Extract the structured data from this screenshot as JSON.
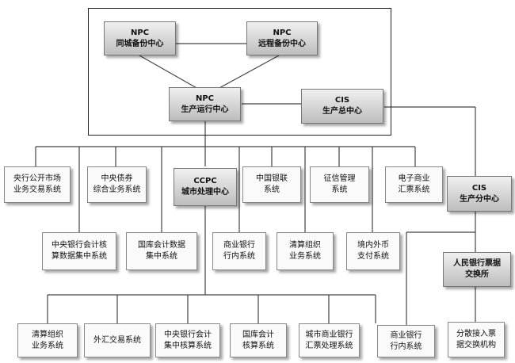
{
  "nodes": {
    "npc_local_backup": "NPC\n同城备份中心",
    "npc_remote_backup": "NPC\n远程备份中心",
    "npc_production": "NPC\n生产运行中心",
    "cis_main": "CIS\n生产总中心",
    "open_market": "央行公开市场\n业务交易系统",
    "central_bond": "中央债券\n综合业务系统",
    "ccpc": "CCPC\n城市处理中心",
    "unionpay": "中国银联\n系统",
    "credit_mgmt": "征信管理\n系统",
    "e_bill": "电子商业\n汇票系统",
    "cis_branch": "CIS\n生产分中心",
    "cb_accounting": "中央银行会计核\n算数据集中系统",
    "treasury_data": "国库会计数据\n集中系统",
    "commercial_internal_top": "商业银行\n行内系统",
    "clearing_org_top": "清算组织\n业务系统",
    "fx_payment": "境内外币\n支付系统",
    "pboc_exchange": "人民银行票据\n交换所",
    "clearing_org_bottom": "清算组织\n业务系统",
    "fx_trading": "外汇交易系统",
    "cb_accounting_central": "中央银行会计\n集中核算系统",
    "treasury_accounting": "国库会计\n核算系统",
    "city_commercial_bill": "城市商业银行\n汇票处理系统",
    "commercial_internal_bottom": "商业银行\n行内系统",
    "dist_bill_exchange": "分散接入票\n据交换机构"
  }
}
